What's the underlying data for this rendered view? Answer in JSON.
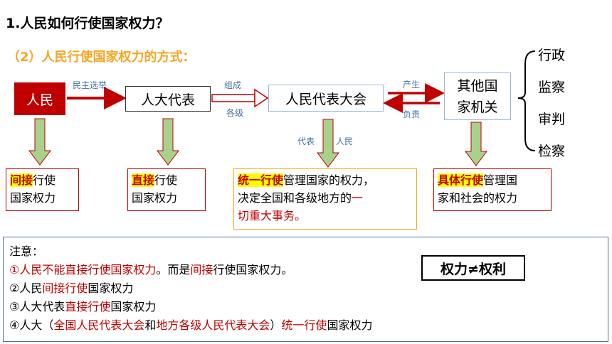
{
  "title": "1.人民如何行使国家权力？",
  "subtitle": "（2）人民行使国家权力的方式：",
  "nodes": {
    "people": "人民",
    "deputies": "人大代表",
    "congress": "人民代表大会",
    "organs_line1": "其他国",
    "organs_line2": "家机关"
  },
  "arrow_labels": {
    "election": "民主选举",
    "compose": "组成",
    "levels": "各级",
    "produce": "产生",
    "responsible": "负责",
    "represent": "代表",
    "represent_people": "人民"
  },
  "organ_types": [
    "行政",
    "监察",
    "审判",
    "检察"
  ],
  "results": {
    "people": {
      "hl": "间接",
      "rest1": "行使",
      "line2": "国家权力"
    },
    "deputies": {
      "hl": "直接",
      "rest1": "行使",
      "line2": "国家权力"
    },
    "congress": {
      "hl": "统一行使",
      "rest1": "管理国家的权力，",
      "line2a": "决定全国和各级地方的",
      "line2b": "一",
      "line3": "切重大事务。"
    },
    "organs": {
      "hl": "具体行使",
      "rest1": "管理国",
      "line2": "家和社会的权力"
    }
  },
  "notes": {
    "heading": "注意：",
    "n1_red": "①人民不能直接行使国家权力",
    "n1_a": "。而是",
    "n1_b": "间接",
    "n1_c": "行使国家权力。",
    "n2_a": "②人民",
    "n2_b": "间接行使",
    "n2_c": "国家权力",
    "n3_a": "③人大代表",
    "n3_b": "直接行使",
    "n3_c": "国家权力",
    "n4_a": "④人大（",
    "n4_b": "全国人民代表大会",
    "n4_c": "和",
    "n4_d": "地方各级人民代表大会",
    "n4_e": "）",
    "n4_f": "统一行使",
    "n4_g": "国家权力"
  },
  "rights_box": "权力≠权利",
  "colors": {
    "red": "#c00000",
    "highlight": "#ffff00",
    "subtitle": "#f5a623",
    "arrow_green": "#a9d18e",
    "arrow_red": "#c00000"
  }
}
